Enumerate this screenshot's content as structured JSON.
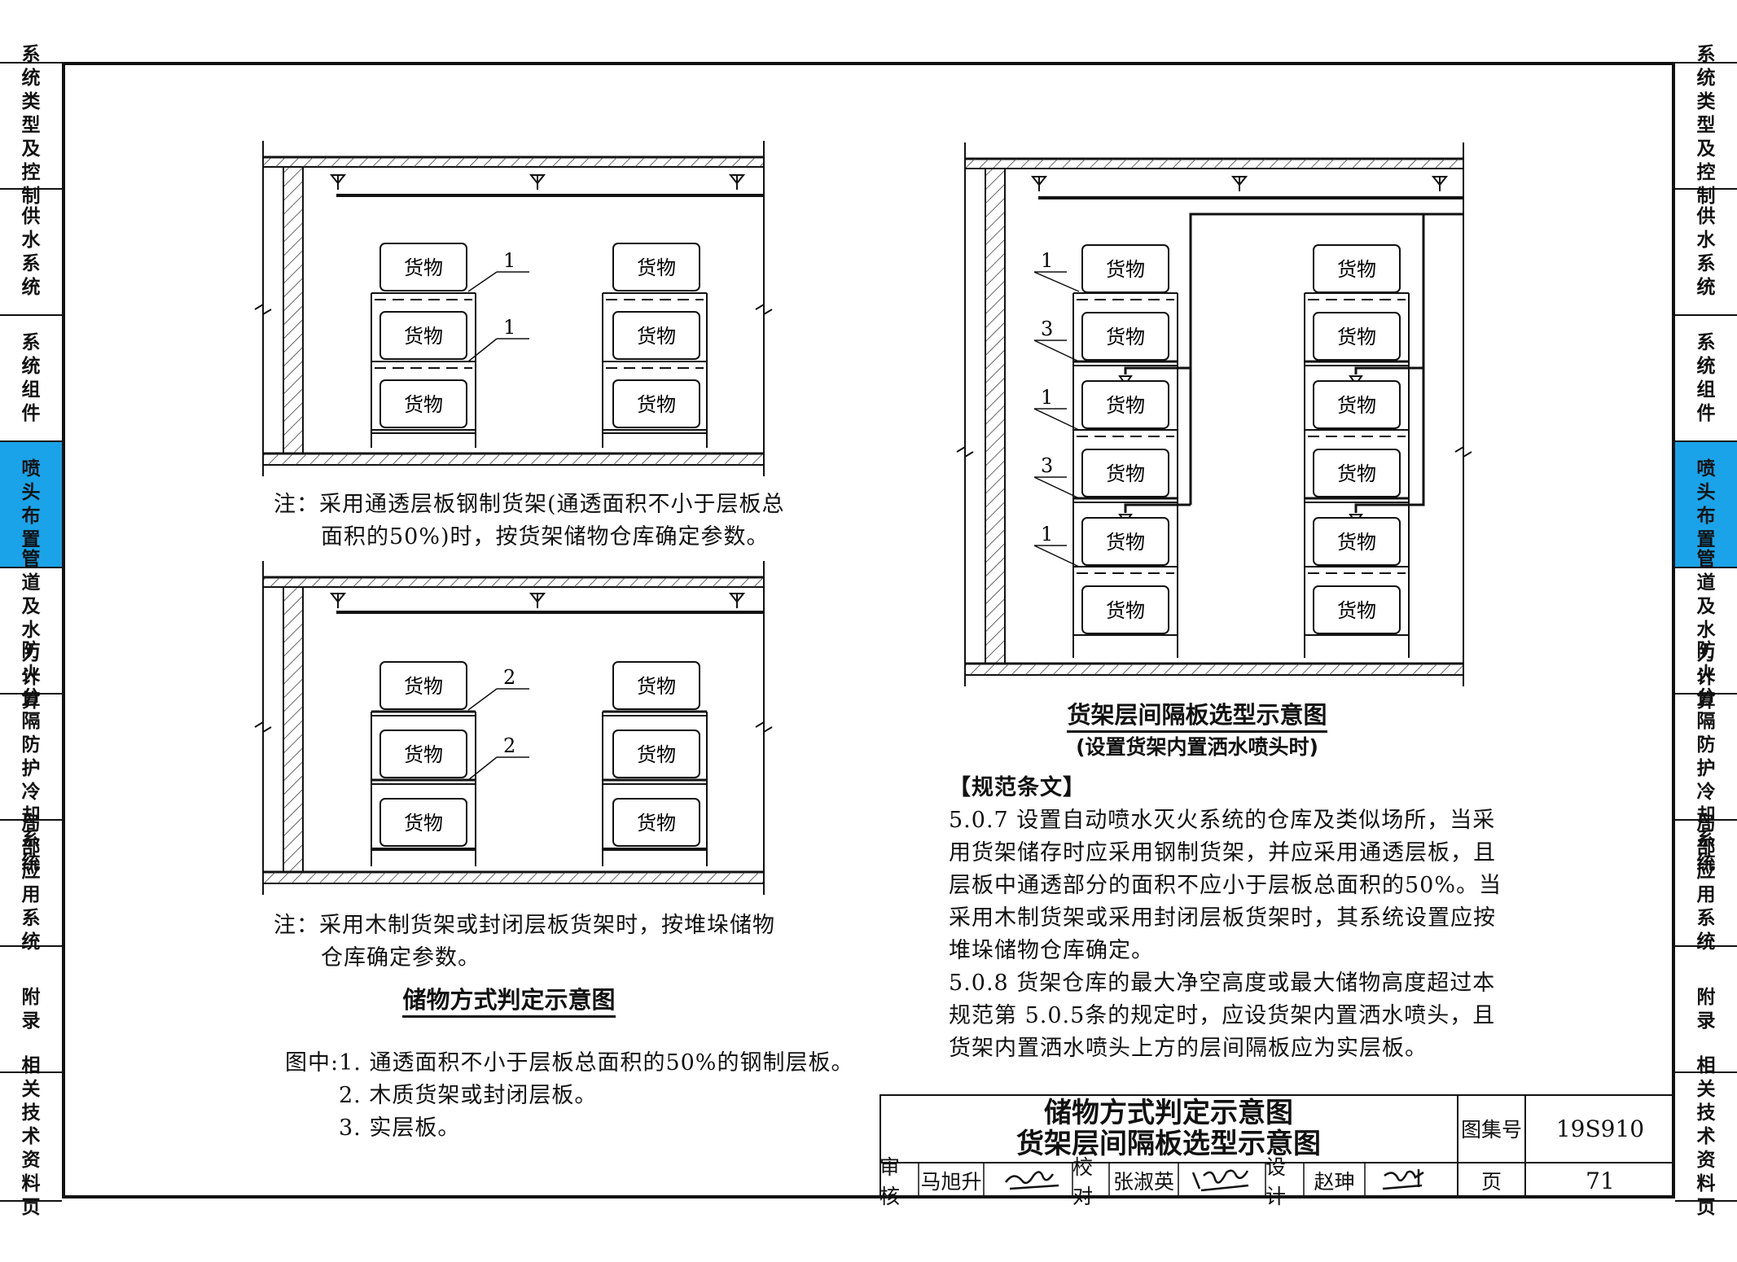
{
  "nav": [
    {
      "label": "系统类型及控制"
    },
    {
      "label": "供水系统"
    },
    {
      "label": "系统组件"
    },
    {
      "label": "喷头布置",
      "active": true
    },
    {
      "label": "管道及水力计算"
    },
    {
      "label": "防火分隔防护冷却系统"
    },
    {
      "label": "局部应用系统"
    },
    {
      "label": "附录"
    },
    {
      "label": "相关技术资料页"
    }
  ],
  "figure": {
    "cargo_label": "货物",
    "callouts": {
      "one": "1",
      "two": "2",
      "three": "3"
    }
  },
  "note1": {
    "line1": "注：采用通透层板钢制货架(通透面积不小于层板总",
    "line2": "面积的50%)时，按货架储物仓库确定参数。"
  },
  "note2": {
    "line1": "注：采用木制货架或封闭层板货架时，按堆垛储物",
    "line2": "仓库确定参数。"
  },
  "caption_left": "储物方式判定示意图",
  "legend": {
    "prefix": "图中:",
    "items": [
      "1.  通透面积不小于层板总面积的50%的钢制层板。",
      "2.  木质货架或封闭层板。",
      "3.  实层板。"
    ]
  },
  "caption_right": {
    "title": "货架层间隔板选型示意图",
    "subtitle": "(设置货架内置洒水喷头时)"
  },
  "spec": {
    "heading": "【规范条文】",
    "lines": [
      "5.0.7 设置自动喷水灭火系统的仓库及类似场所，当采",
      "用货架储存时应采用钢制货架，并应采用通透层板，且",
      "层板中通透部分的面积不应小于层板总面积的50%。当",
      "采用木制货架或采用封闭层板货架时，其系统设置应按",
      "堆垛储物仓库确定。",
      "5.0.8 货架仓库的最大净空高度或最大储物高度超过本",
      "规范第 5.0.5条的规定时，应设货架内置洒水喷头，且",
      "货架内置洒水喷头上方的层间隔板应为实层板。"
    ]
  },
  "titleblock": {
    "title_line1": "储物方式判定示意图",
    "title_line2": "货架层间隔板选型示意图",
    "atlas_label": "图集号",
    "atlas_no": "19S910",
    "page_label": "页",
    "page_no": "71",
    "review_label": "审核",
    "review_name": "马旭升",
    "check_label": "校对",
    "check_name": "张淑英",
    "design_label": "设计",
    "design_name": "赵珅"
  }
}
